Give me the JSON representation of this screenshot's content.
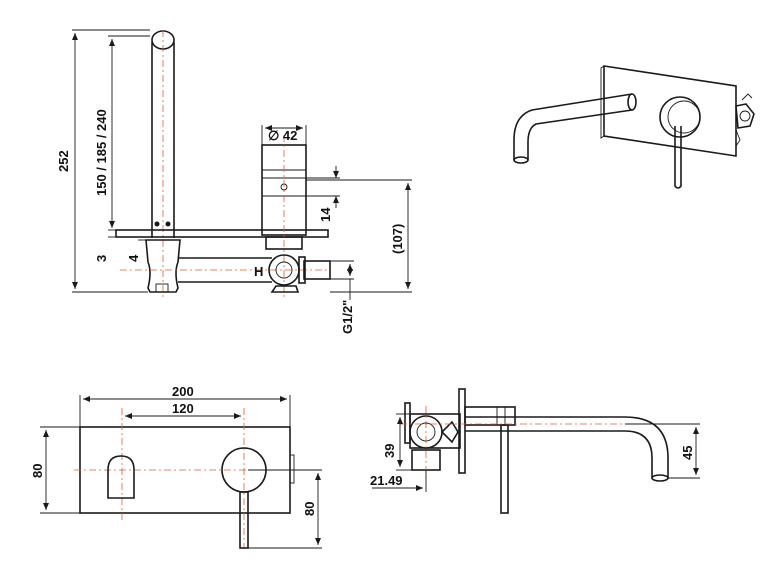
{
  "colors": {
    "line": "#1a1a1a",
    "centerline": "#e06030",
    "background": "#ffffff"
  },
  "side_view": {
    "dim_total_height": "252",
    "dim_spout_heights": "150 / 185 / 240",
    "dim_handle_diameter": "∅ 42",
    "dim_collar": "14",
    "dim_body_height": "(107)",
    "dim_plate_thickness": "3",
    "dim_offset": "4",
    "dim_thread": "G1/2\"",
    "hot_mark": "H"
  },
  "front_view": {
    "dim_plate_width": "200",
    "dim_center_distance": "120",
    "dim_plate_height": "80",
    "dim_lever_length": "80"
  },
  "top_view": {
    "dim_body_depth": "39",
    "dim_inlet_offset": "21.49",
    "dim_spout_drop": "45"
  }
}
